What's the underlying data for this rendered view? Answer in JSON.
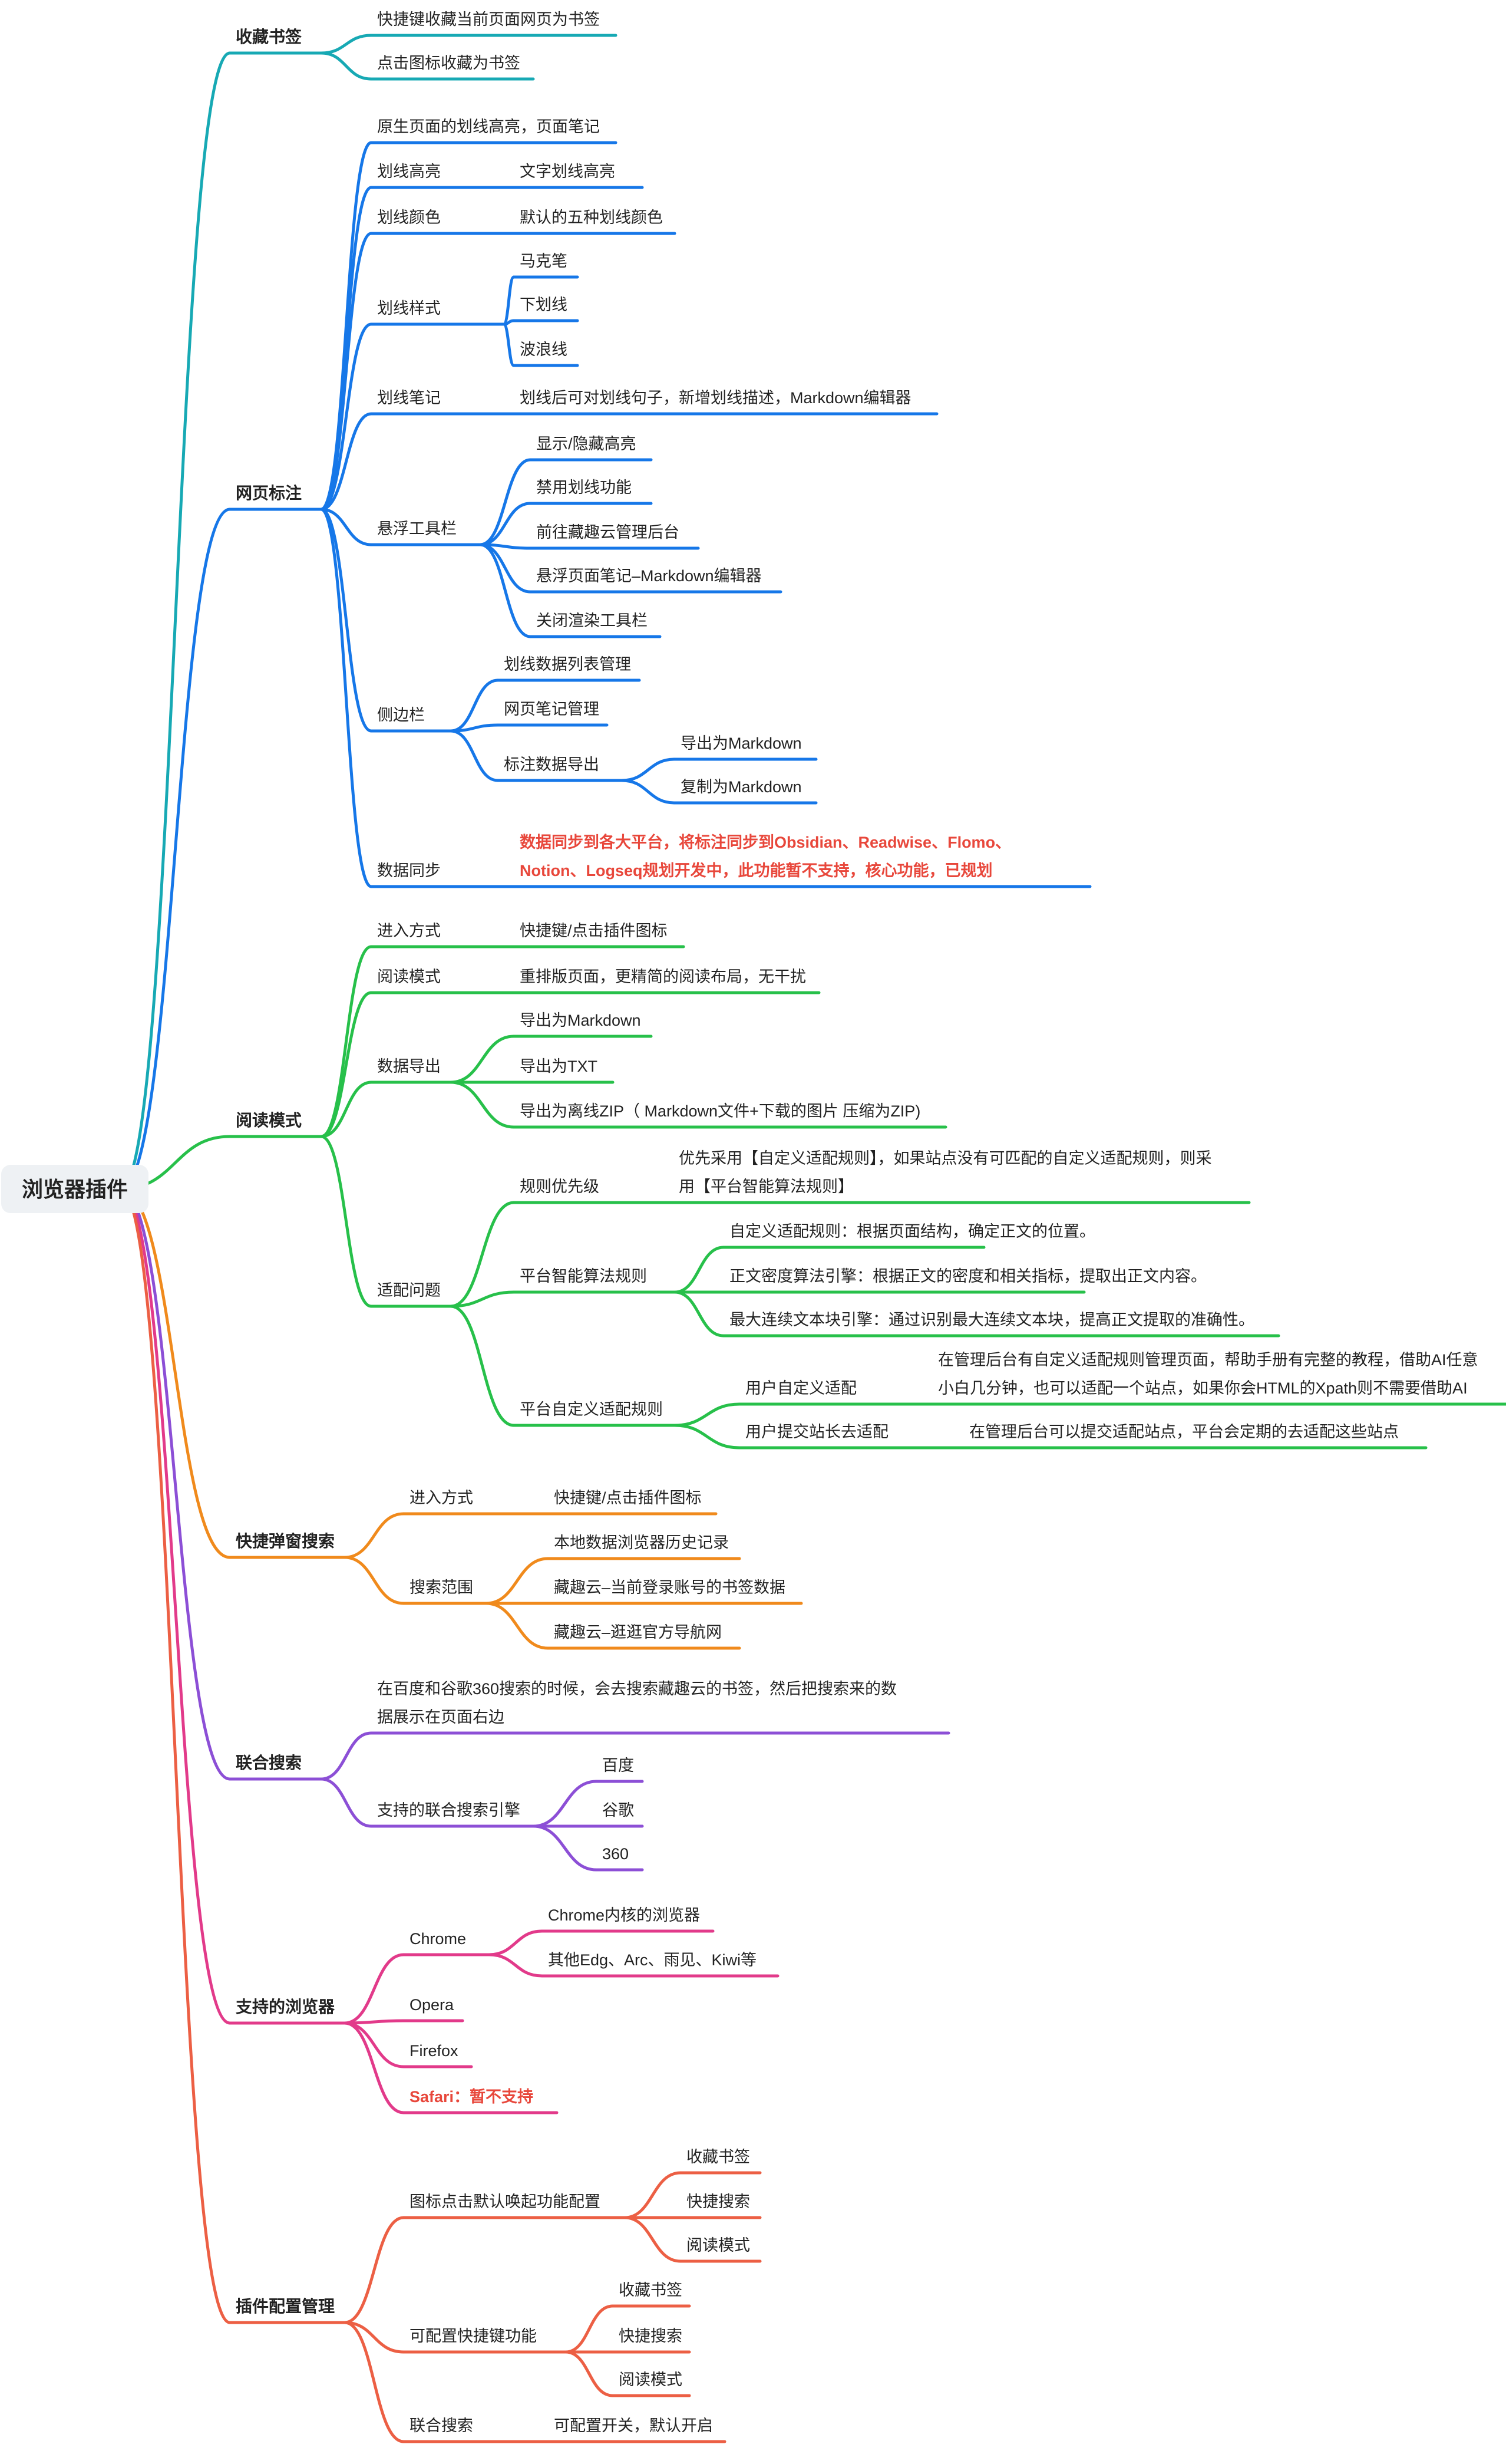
{
  "root": {
    "label": "浏览器插件"
  },
  "colors": {
    "text": "#222222",
    "warn": "#e8473b",
    "root_box": "#eef1f4",
    "branches": [
      "#17a9b4",
      "#1677e8",
      "#27c04a",
      "#f08a1c",
      "#8c4fd6",
      "#e23a8a",
      "#ec5f44"
    ]
  },
  "branches": [
    {
      "label": "收藏书签",
      "color": "#17a9b4",
      "children": [
        {
          "label": "快捷键收藏当前页面网页为书签"
        },
        {
          "label": "点击图标收藏为书签"
        }
      ]
    },
    {
      "label": "网页标注",
      "color": "#1677e8",
      "children": [
        {
          "label": "原生页面的划线高亮，页面笔记"
        },
        {
          "label": "划线高亮",
          "children": [
            {
              "label": "文字划线高亮"
            }
          ]
        },
        {
          "label": "划线颜色",
          "children": [
            {
              "label": "默认的五种划线颜色"
            }
          ]
        },
        {
          "label": "划线样式",
          "children": [
            {
              "label": "马克笔"
            },
            {
              "label": "下划线"
            },
            {
              "label": "波浪线"
            }
          ]
        },
        {
          "label": "划线笔记",
          "children": [
            {
              "label": "划线后可对划线句子，新增划线描述，Markdown编辑器"
            }
          ]
        },
        {
          "label": "悬浮工具栏",
          "children": [
            {
              "label": "显示/隐藏高亮"
            },
            {
              "label": "禁用划线功能"
            },
            {
              "label": "前往藏趣云管理后台"
            },
            {
              "label": "悬浮页面笔记–Markdown编辑器"
            },
            {
              "label": "关闭渲染工具栏"
            }
          ]
        },
        {
          "label": "侧边栏",
          "children": [
            {
              "label": "划线数据列表管理"
            },
            {
              "label": "网页笔记管理"
            },
            {
              "label": "标注数据导出",
              "children": [
                {
                  "label": "导出为Markdown"
                },
                {
                  "label": "复制为Markdown"
                }
              ]
            }
          ]
        },
        {
          "label": "数据同步",
          "children": [
            {
              "lines": [
                "数据同步到各大平台，将标注同步到Obsidian、Readwise、Flomo、",
                "Notion、Logseq规划开发中，此功能暂不支持，核心功能，已规划"
              ],
              "warn": true
            }
          ]
        }
      ]
    },
    {
      "label": "阅读模式",
      "color": "#27c04a",
      "children": [
        {
          "label": "进入方式",
          "children": [
            {
              "label": "快捷键/点击插件图标"
            }
          ]
        },
        {
          "label": "阅读模式",
          "children": [
            {
              "label": "重排版页面，更精简的阅读布局，无干扰"
            }
          ]
        },
        {
          "label": "数据导出",
          "children": [
            {
              "label": "导出为Markdown"
            },
            {
              "label": "导出为TXT"
            },
            {
              "label": "导出为离线ZIP（ Markdown文件+下载的图片 压缩为ZIP)"
            }
          ]
        },
        {
          "label": "适配问题",
          "children": [
            {
              "label": "规则优先级",
              "children": [
                {
                  "lines": [
                    "优先采用【自定义适配规则】，如果站点没有可匹配的自定义适配规则，则采",
                    "用【平台智能算法规则】"
                  ]
                }
              ]
            },
            {
              "label": "平台智能算法规则",
              "children": [
                {
                  "label": "自定义适配规则：根据页面结构，确定正文的位置。"
                },
                {
                  "label": "正文密度算法引擎：根据正文的密度和相关指标，提取出正文内容。"
                },
                {
                  "label": "最大连续文本块引擎：通过识别最大连续文本块，提高正文提取的准确性。"
                }
              ]
            },
            {
              "label": "平台自定义适配规则",
              "children": [
                {
                  "label": "用户自定义适配",
                  "children": [
                    {
                      "lines": [
                        "在管理后台有自定义适配规则管理页面，帮助手册有完整的教程，借助AI任意",
                        "小白几分钟，也可以适配一个站点，如果你会HTML的Xpath则不需要借助AI"
                      ]
                    }
                  ]
                },
                {
                  "label": "用户提交站长去适配",
                  "children": [
                    {
                      "label": "在管理后台可以提交适配站点，平台会定期的去适配这些站点"
                    }
                  ]
                }
              ]
            }
          ]
        }
      ]
    },
    {
      "label": "快捷弹窗搜索",
      "color": "#f08a1c",
      "children": [
        {
          "label": "进入方式",
          "children": [
            {
              "label": "快捷键/点击插件图标"
            }
          ]
        },
        {
          "label": "搜索范围",
          "children": [
            {
              "label": "本地数据浏览器历史记录"
            },
            {
              "label": "藏趣云–当前登录账号的书签数据"
            },
            {
              "label": "藏趣云–逛逛官方导航网"
            }
          ]
        }
      ]
    },
    {
      "label": "联合搜索",
      "color": "#8c4fd6",
      "children": [
        {
          "lines": [
            "在百度和谷歌360搜索的时候，会去搜索藏趣云的书签，然后把搜索来的数",
            "据展示在页面右边"
          ]
        },
        {
          "label": "支持的联合搜索引擎",
          "children": [
            {
              "label": "百度"
            },
            {
              "label": "谷歌"
            },
            {
              "label": "360"
            }
          ]
        }
      ]
    },
    {
      "label": "支持的浏览器",
      "color": "#e23a8a",
      "children": [
        {
          "label": "Chrome",
          "children": [
            {
              "label": "Chrome内核的浏览器"
            },
            {
              "label": "其他Edg、Arc、雨见、Kiwi等"
            }
          ]
        },
        {
          "label": "Opera"
        },
        {
          "label": "Firefox"
        },
        {
          "label": "Safari：暂不支持",
          "warn": true
        }
      ]
    },
    {
      "label": "插件配置管理",
      "color": "#ec5f44",
      "children": [
        {
          "label": "图标点击默认唤起功能配置",
          "children": [
            {
              "label": "收藏书签"
            },
            {
              "label": "快捷搜索"
            },
            {
              "label": "阅读模式"
            }
          ]
        },
        {
          "label": "可配置快捷键功能",
          "children": [
            {
              "label": "收藏书签"
            },
            {
              "label": "快捷搜索"
            },
            {
              "label": "阅读模式"
            }
          ]
        },
        {
          "label": "联合搜索",
          "children": [
            {
              "label": "可配置开关，默认开启"
            }
          ]
        }
      ]
    }
  ]
}
